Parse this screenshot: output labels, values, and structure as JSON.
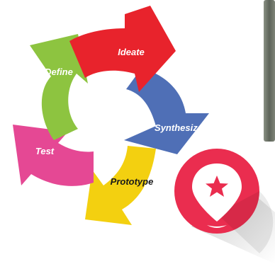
{
  "cycle": {
    "stages": [
      {
        "label": "Ideate",
        "color": "#e8232c",
        "text_color": "#ffffff"
      },
      {
        "label": "Synthesize",
        "color": "#4f6fb6",
        "text_color": "#ffffff"
      },
      {
        "label": "Prototype",
        "color": "#f3d010",
        "text_color": "#1a1a1a"
      },
      {
        "label": "Test",
        "color": "#e54894",
        "text_color": "#ffffff"
      },
      {
        "label": "Define",
        "color": "#8dc440",
        "text_color": "#ffffff"
      }
    ]
  },
  "app_icon": {
    "icon": "map-pin-star-icon",
    "background_color": "#ea2d4f",
    "pin_color": "#ffffff",
    "star_color": "#ea2d4f"
  },
  "photo_strip": {
    "color": "#6b7266"
  }
}
